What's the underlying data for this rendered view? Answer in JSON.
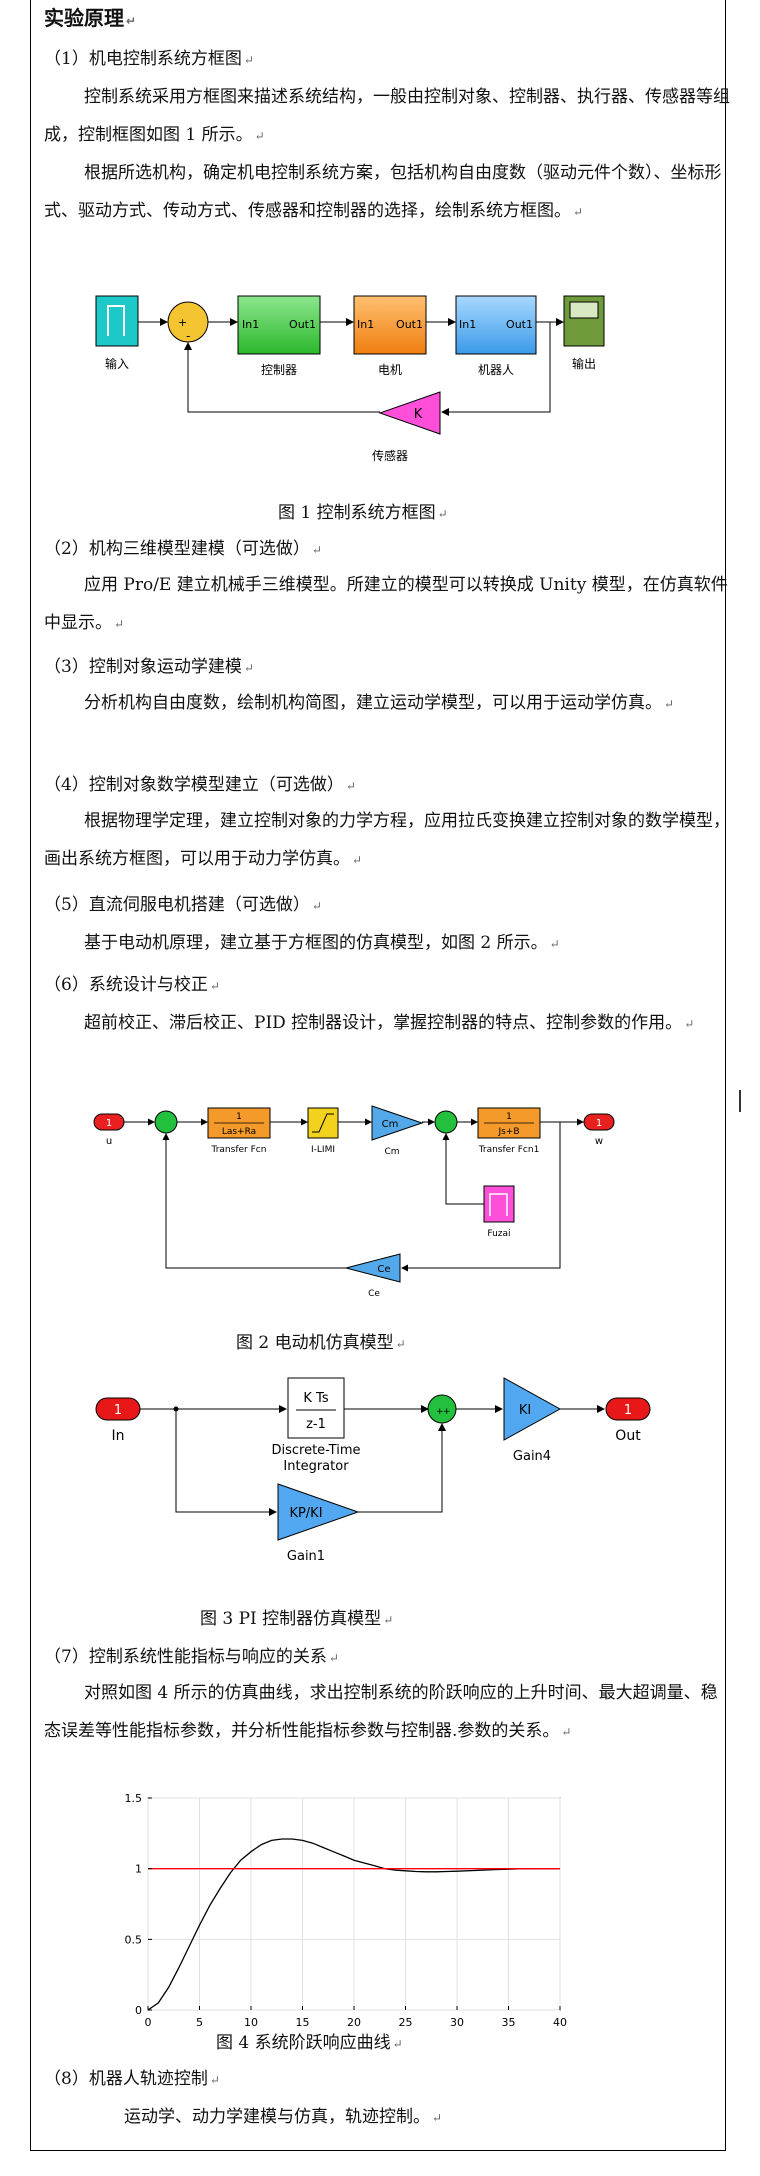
{
  "title": "实验原理",
  "mark": "↵",
  "s1": {
    "heading": "（1）机电控制系统方框图",
    "p1": "控制系统采用方框图来描述系统结构，一般由控制对象、控制器、执行器、传感器等组成，控制框图如图 1 所示。",
    "p2": "根据所选机构，确定机电控制系统方案，包括机构自由度数（驱动元件个数）、坐标形式、驱动方式、传动方式、传感器和控制器的选择，绘制系统方框图。",
    "fig": {
      "input": "输入",
      "controller": "控制器",
      "motor": "电机",
      "robot": "机器人",
      "output": "输出",
      "sensor": "传感器",
      "in1": "In1",
      "out1": "Out1",
      "gain_k": "K",
      "plus": "+",
      "minus": "-"
    },
    "caption": "图 1    控制系统方框图"
  },
  "s2": {
    "heading": "（2）机构三维模型建模（可选做）",
    "p": "应用 Pro/E 建立机械手三维模型。所建立的模型可以转换成 Unity 模型，在仿真软件中显示。"
  },
  "s3": {
    "heading": "（3）控制对象运动学建模",
    "p": "分析机构自由度数，绘制机构简图，建立运动学模型，可以用于运动学仿真。"
  },
  "s4": {
    "heading": "（4）控制对象数学模型建立（可选做）",
    "p": "根据物理学定理，建立控制对象的力学方程，应用拉氏变换建立控制对象的数学模型，画出系统方框图，可以用于动力学仿真。"
  },
  "s5": {
    "heading": "（5）直流伺服电机搭建（可选做）",
    "p": "基于电动机原理，建立基于方框图的仿真模型，如图 2 所示。"
  },
  "s6": {
    "heading": "（6）系统设计与校正",
    "p": "超前校正、滞后校正、PID 控制器设计，掌握控制器的特点、控制参数的作用。",
    "fig2": {
      "port1": "1",
      "u": "u",
      "tf1_num": "1",
      "tf1_den": "Las+Ra",
      "tf1_label": "Transfer Fcn",
      "limit": "I-LIMI",
      "cm": "Cm",
      "tf2_num": "1",
      "tf2_den": "Js+B",
      "tf2_label": "Transfer Fcn1",
      "w": "w",
      "fuzai": "Fuzai",
      "ce": "Ce"
    },
    "caption2": "图 2     电动机仿真模型",
    "fig3": {
      "in_num": "1",
      "in_label": "In",
      "int_top": "K Ts",
      "int_bot": "z-1",
      "int_label1": "Discrete-Time",
      "int_label2": "Integrator",
      "ki": "KI",
      "gain4": "Gain4",
      "out_num": "1",
      "out_label": "Out",
      "kpki": "KP/KI",
      "gain1": "Gain1"
    },
    "caption3": "图 3    PI 控制器仿真模型"
  },
  "s7": {
    "heading": "（7）控制系统性能指标与响应的关系",
    "p": "对照如图 4 所示的仿真曲线，求出控制系统的阶跃响应的上升时间、最大超调量、稳态误差等性能指标参数，并分析性能指标参数与控制器.参数的关系。",
    "caption4": "图 4     系统阶跃响应曲线"
  },
  "s8": {
    "heading": "（8）机器人轨迹控制",
    "p": "运动学、动力学建模与仿真，轨迹控制。"
  },
  "chart_data": {
    "type": "line",
    "title": "",
    "xlabel": "",
    "ylabel": "",
    "xlim": [
      0,
      40
    ],
    "ylim": [
      0,
      1.5
    ],
    "x_ticks": [
      "0",
      "5",
      "10",
      "15",
      "20",
      "25",
      "30",
      "35",
      "40"
    ],
    "y_ticks": [
      "0",
      "0.5",
      "1",
      "1.5"
    ],
    "grid": true,
    "series": [
      {
        "color": "#000000",
        "x": [
          0,
          1,
          2,
          3,
          4,
          5,
          6,
          7,
          8,
          9,
          10,
          11,
          12,
          13,
          14,
          15,
          16,
          17,
          18,
          19,
          20,
          21,
          22,
          23,
          24,
          25,
          26,
          27,
          28,
          29,
          30,
          32,
          34,
          36,
          38,
          40
        ],
        "y": [
          0,
          0.05,
          0.16,
          0.3,
          0.45,
          0.6,
          0.74,
          0.86,
          0.97,
          1.06,
          1.12,
          1.17,
          1.2,
          1.21,
          1.21,
          1.2,
          1.18,
          1.15,
          1.12,
          1.09,
          1.06,
          1.04,
          1.02,
          1.0,
          0.99,
          0.985,
          0.98,
          0.978,
          0.978,
          0.98,
          0.982,
          0.988,
          0.994,
          0.998,
          1.0,
          1.0
        ]
      },
      {
        "color": "#ff0000",
        "x": [
          0,
          40
        ],
        "y": [
          1,
          1
        ]
      }
    ]
  }
}
